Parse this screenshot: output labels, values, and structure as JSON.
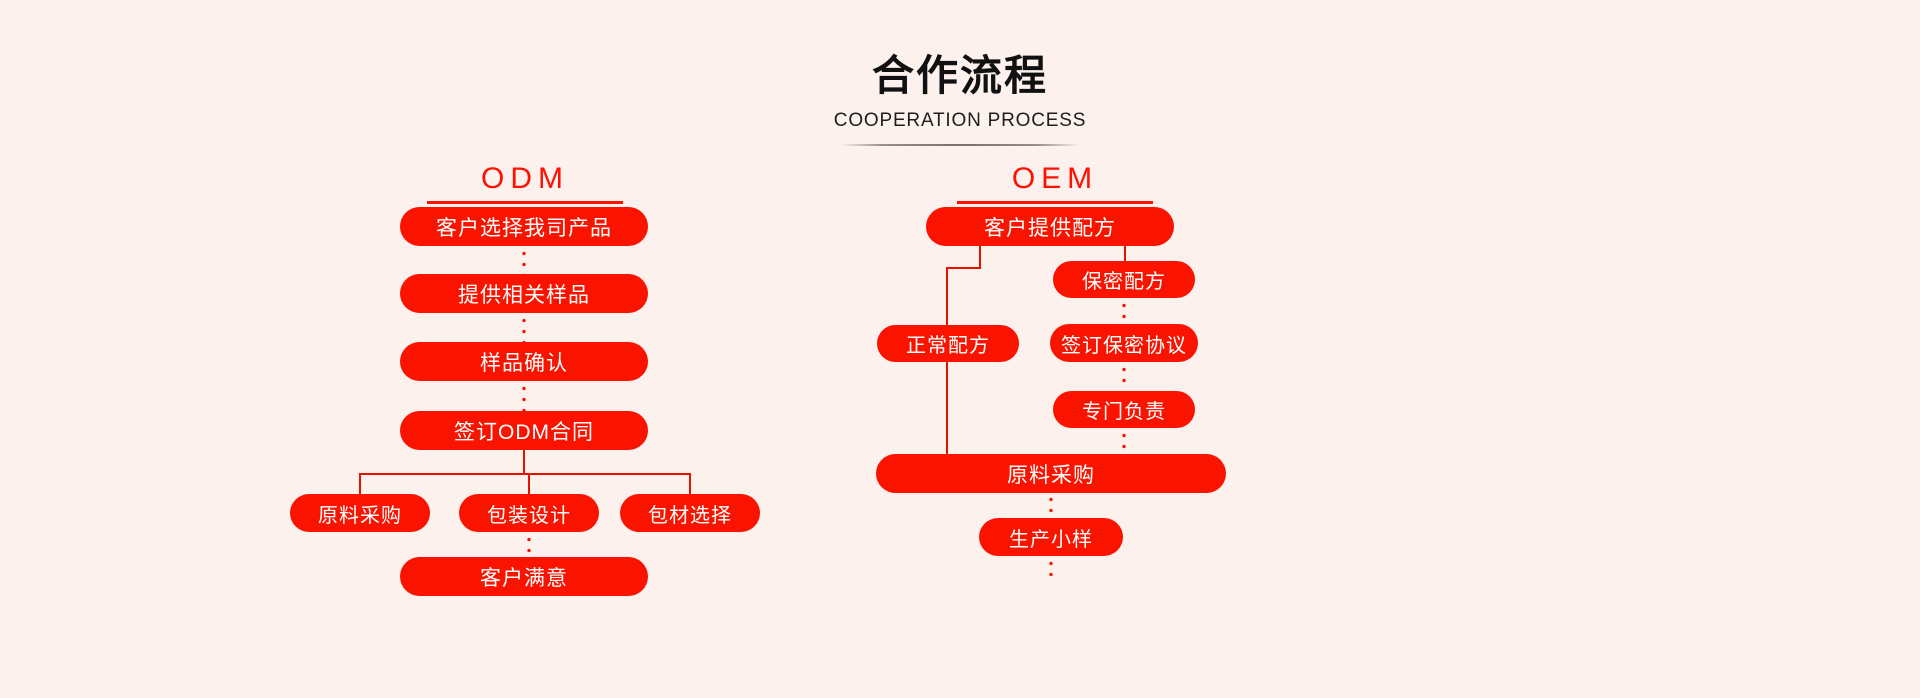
{
  "header": {
    "title_cn": "合作流程",
    "title_en": "COOPERATION PROCESS"
  },
  "colors": {
    "background": "#fdf1ee",
    "pill_red": "#fa1400",
    "accent_red": "#ff1100",
    "line_red": "#e81000",
    "pill_text": "#ffffff",
    "title_text": "#111111"
  },
  "columns": [
    {
      "key": "odm",
      "label": "ODM",
      "steps": [
        {
          "key": "odm-step-1",
          "label": "客户选择我司产品"
        },
        {
          "key": "odm-step-2",
          "label": "提供相关样品"
        },
        {
          "key": "odm-step-3",
          "label": "样品确认"
        },
        {
          "key": "odm-step-4",
          "label": "签订ODM合同"
        },
        {
          "key": "odm-branch-1",
          "label": "原料采购"
        },
        {
          "key": "odm-branch-2",
          "label": "包装设计"
        },
        {
          "key": "odm-branch-3",
          "label": "包材选择"
        },
        {
          "key": "odm-step-5",
          "label": "客户满意"
        }
      ]
    },
    {
      "key": "oem",
      "label": "OEM",
      "steps": [
        {
          "key": "oem-step-1",
          "label": "客户提供配方"
        },
        {
          "key": "oem-branch-normal",
          "label": "正常配方"
        },
        {
          "key": "oem-branch-secret-1",
          "label": "保密配方"
        },
        {
          "key": "oem-branch-secret-2",
          "label": "签订保密协议"
        },
        {
          "key": "oem-branch-secret-3",
          "label": "专门负责"
        },
        {
          "key": "oem-step-2",
          "label": "原料采购"
        },
        {
          "key": "oem-step-3",
          "label": "生产小样"
        }
      ]
    }
  ]
}
